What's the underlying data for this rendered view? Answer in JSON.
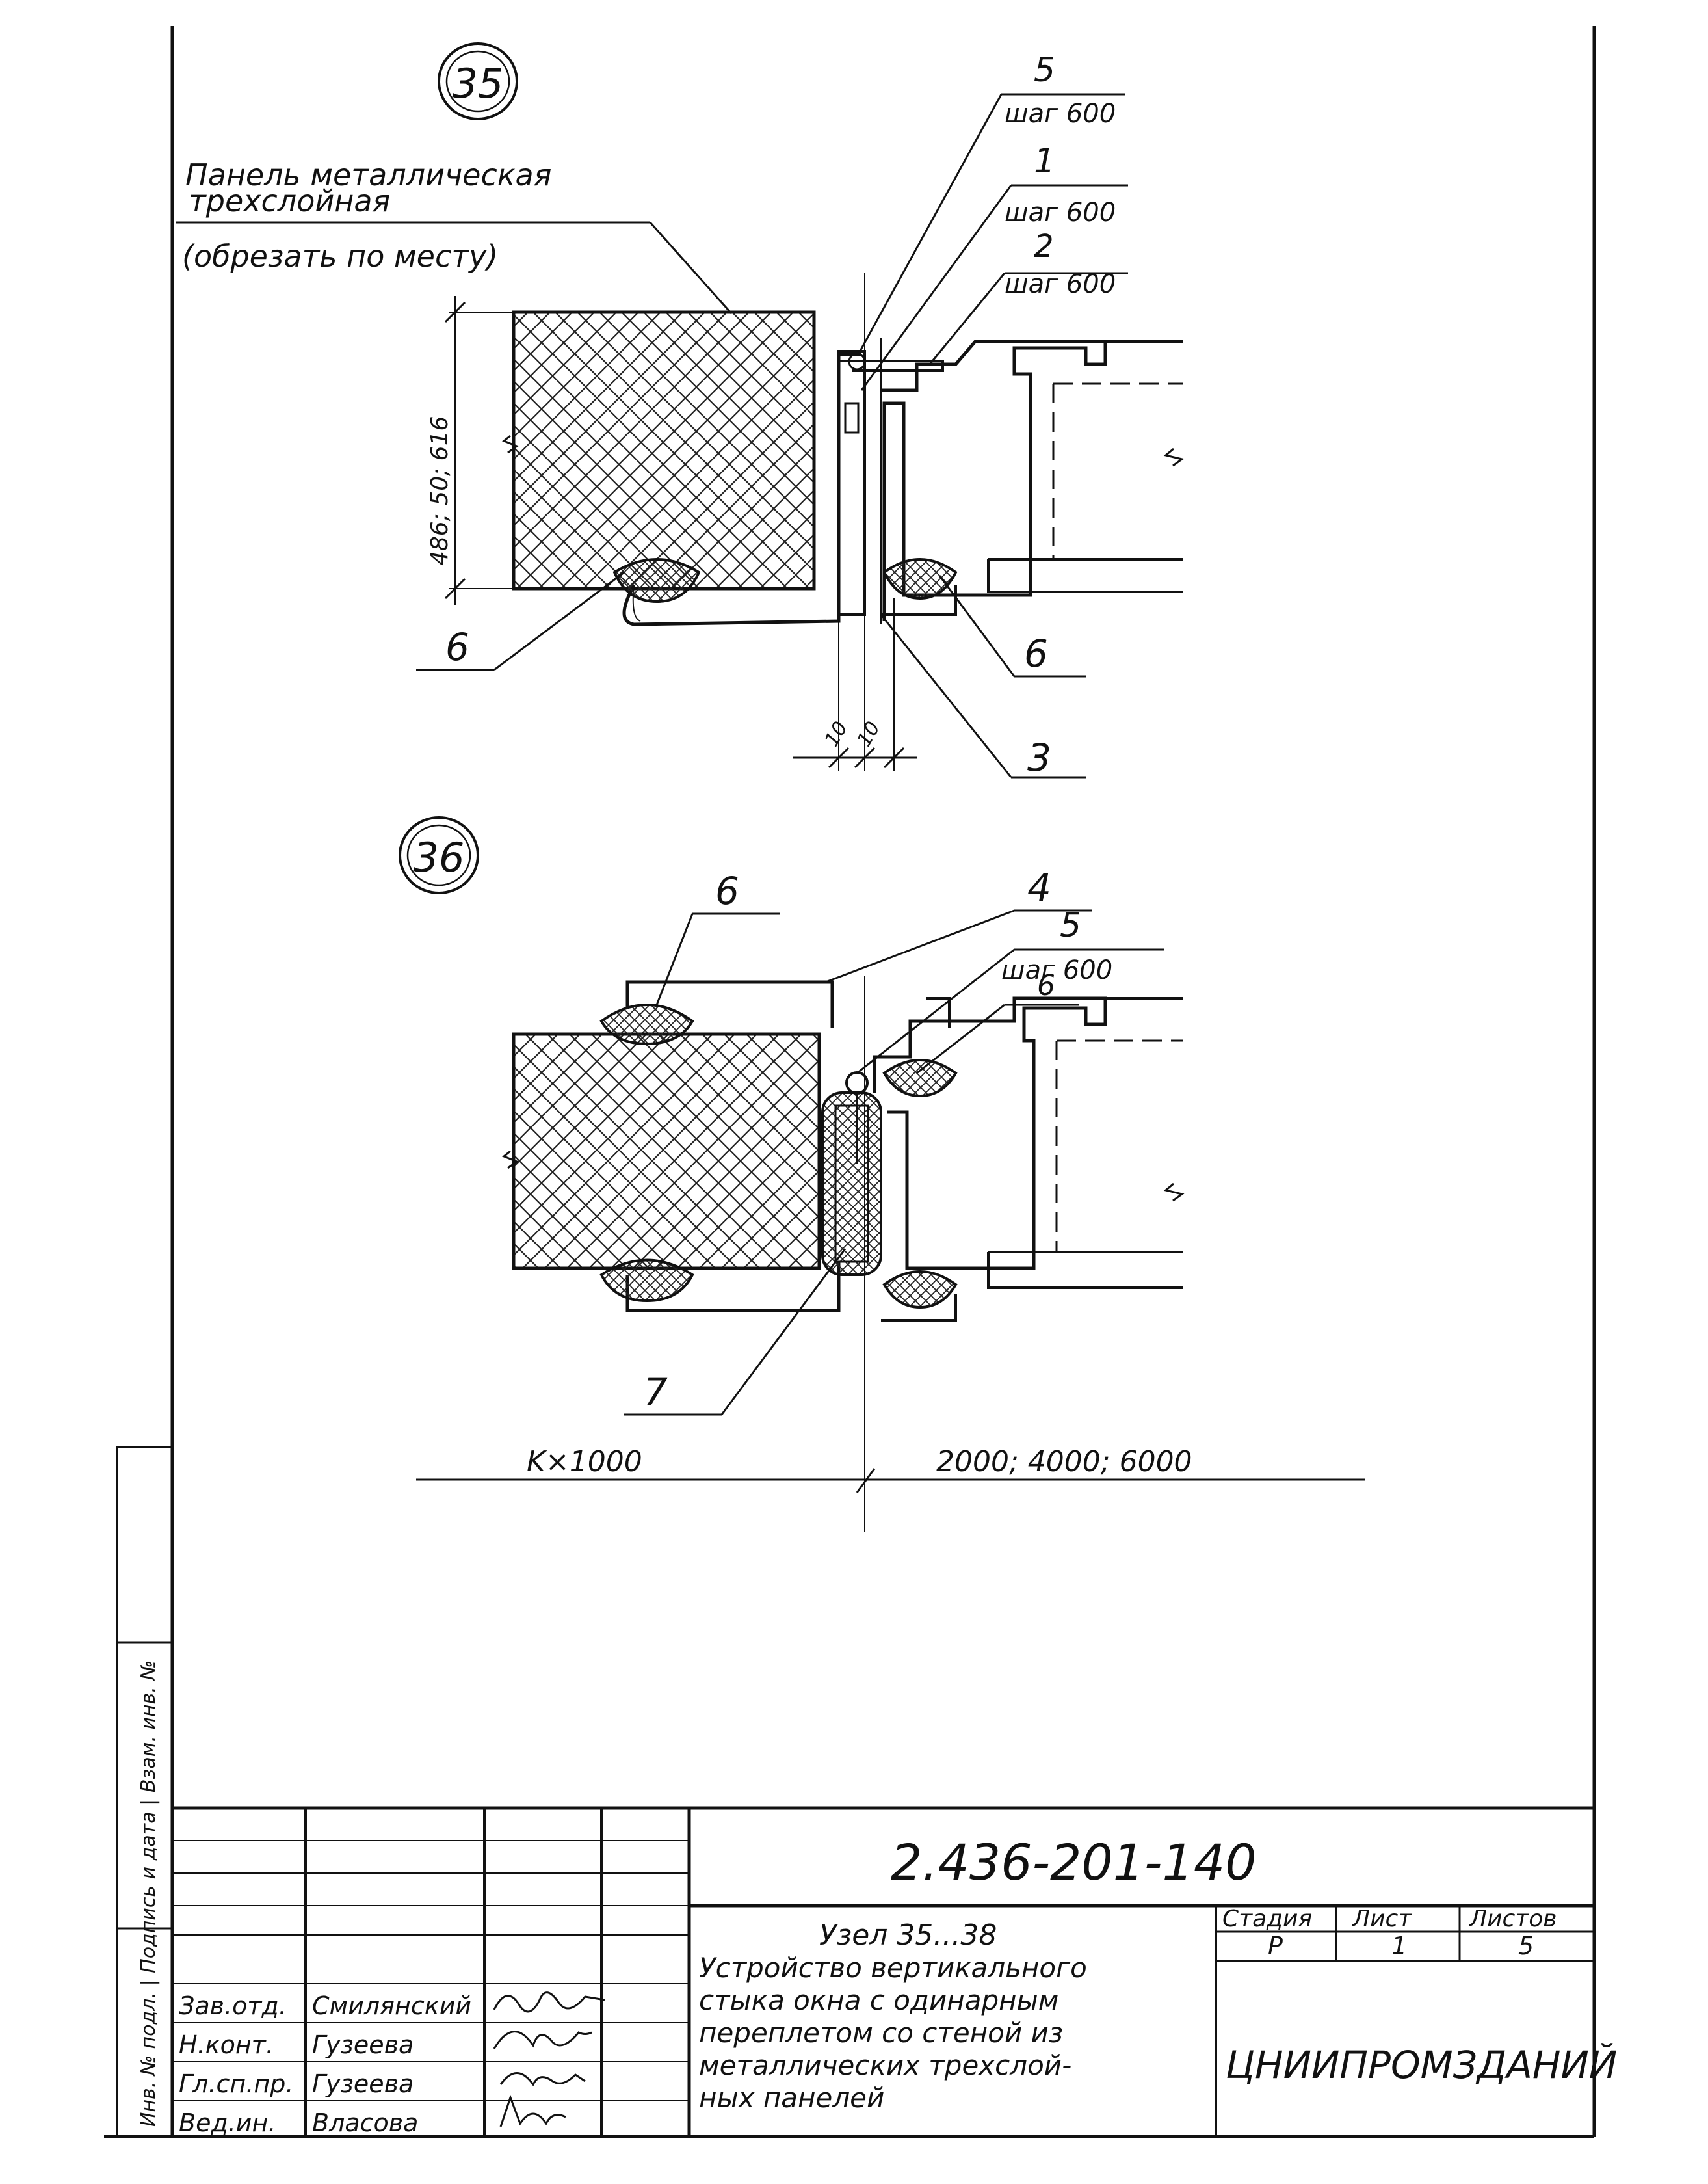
{
  "node35": {
    "number": "35",
    "panel_note": [
      "Панель металлическая",
      "трехслойная",
      "(обрезать по месту)"
    ],
    "callouts": {
      "c5": "5",
      "c5_step": "шаг 600",
      "c1": "1",
      "c1_step": "шаг 600",
      "c2": "2",
      "c2_step": "шаг 600",
      "c6_left": "6",
      "c6_right": "6",
      "c3": "3"
    },
    "dim_thickness": "486; 50; 616",
    "dim_gap_left": "10",
    "dim_gap_right": "10"
  },
  "node36": {
    "number": "36",
    "callouts": {
      "c6_top": "6",
      "c4": "4",
      "c5": "5",
      "c5_step": "шаг 600",
      "c6_right": "6",
      "c7": "7"
    }
  },
  "bottom_dims": {
    "left": "K×1000",
    "right": "2000; 4000; 6000"
  },
  "side_stamp": "Инв. № подл. | Подпись и дата | Взам. инв. №",
  "title_block": {
    "code": "2.436-201-140",
    "title_lines": [
      "Узел 35...38",
      "Устройство вертикального",
      "стыка окна с одинарным",
      "переплетом со стеной из",
      "металлических трехслой-",
      "ных панелей"
    ],
    "stage_label": "Стадия",
    "sheet_label": "Лист",
    "sheets_label": "Листов",
    "stage": "Р",
    "sheet": "1",
    "sheets": "5",
    "org": "ЦНИИПРОМЗДАНИЙ",
    "roles": [
      {
        "role": "Зав.отд.",
        "name": "Смилянский"
      },
      {
        "role": "Н.конт.",
        "name": "Гузеева"
      },
      {
        "role": "Гл.сп.пр.",
        "name": "Гузеева"
      },
      {
        "role": "Вед.ин.",
        "name": "Власова"
      }
    ]
  }
}
